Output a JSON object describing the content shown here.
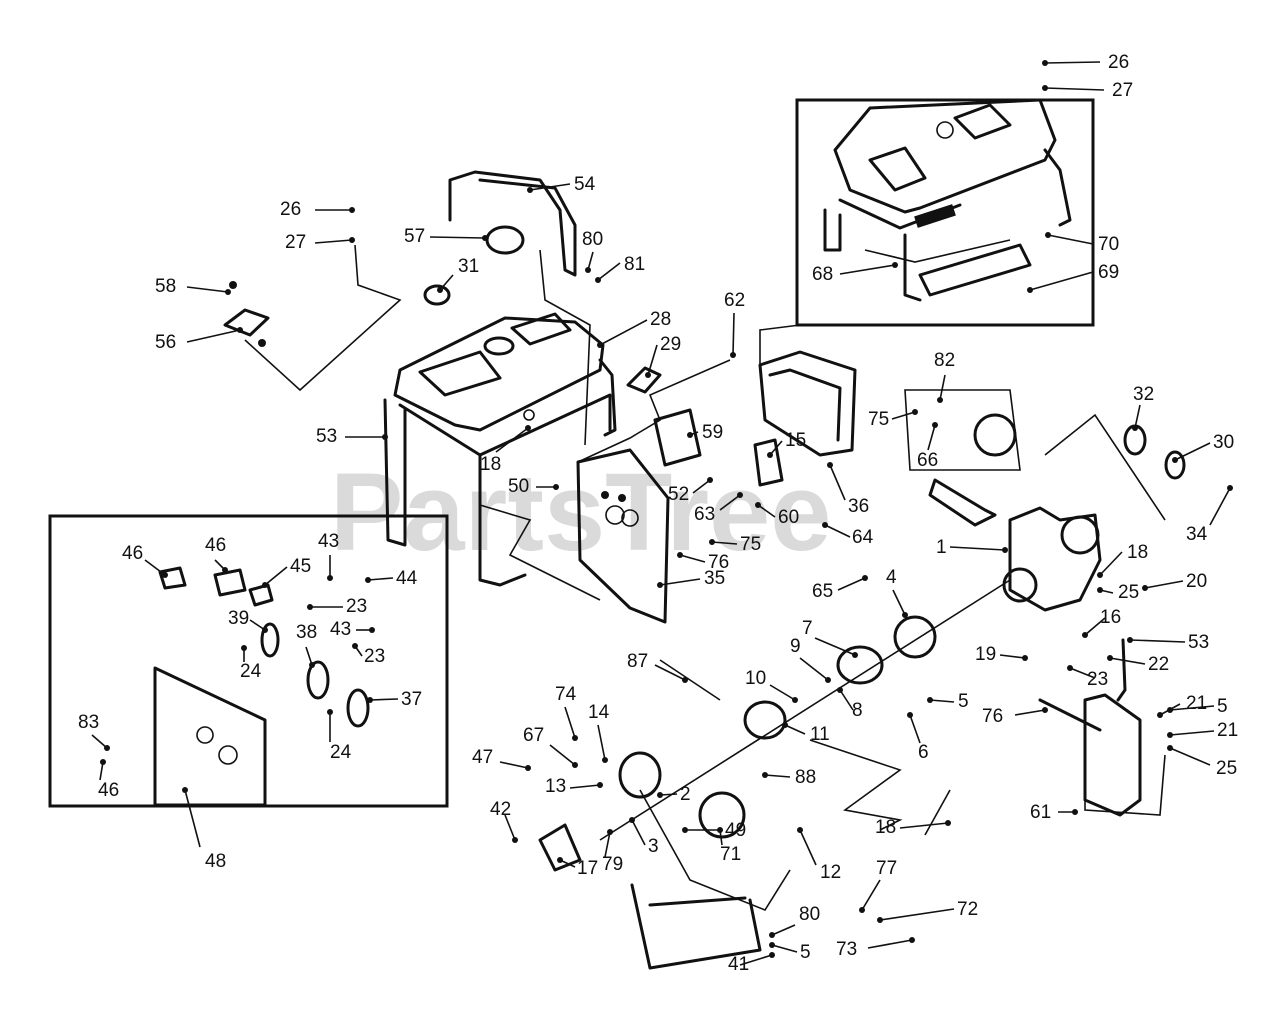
{
  "watermark": "PartsTree",
  "callouts": [
    {
      "id": "c26a",
      "text": "26"
    },
    {
      "id": "c27a",
      "text": "27"
    },
    {
      "id": "c70",
      "text": "70"
    },
    {
      "id": "c69",
      "text": "69"
    },
    {
      "id": "c68",
      "text": "68"
    },
    {
      "id": "c54",
      "text": "54"
    },
    {
      "id": "c26b",
      "text": "26"
    },
    {
      "id": "c27b",
      "text": "27"
    },
    {
      "id": "c57",
      "text": "57"
    },
    {
      "id": "c80a",
      "text": "80"
    },
    {
      "id": "c81",
      "text": "81"
    },
    {
      "id": "c31",
      "text": "31"
    },
    {
      "id": "c58",
      "text": "58"
    },
    {
      "id": "c56",
      "text": "56"
    },
    {
      "id": "c28",
      "text": "28"
    },
    {
      "id": "c29",
      "text": "29"
    },
    {
      "id": "c62",
      "text": "62"
    },
    {
      "id": "c53a",
      "text": "53"
    },
    {
      "id": "c18a",
      "text": "18"
    },
    {
      "id": "c59",
      "text": "59"
    },
    {
      "id": "c15",
      "text": "15"
    },
    {
      "id": "c50",
      "text": "50"
    },
    {
      "id": "c52",
      "text": "52"
    },
    {
      "id": "c63",
      "text": "63"
    },
    {
      "id": "c60",
      "text": "60"
    },
    {
      "id": "c36",
      "text": "36"
    },
    {
      "id": "c75a",
      "text": "75"
    },
    {
      "id": "c82",
      "text": "82"
    },
    {
      "id": "c66",
      "text": "66"
    },
    {
      "id": "c32",
      "text": "32"
    },
    {
      "id": "c30",
      "text": "30"
    },
    {
      "id": "c34",
      "text": "34"
    },
    {
      "id": "c64",
      "text": "64"
    },
    {
      "id": "c75b",
      "text": "75"
    },
    {
      "id": "c76a",
      "text": "76"
    },
    {
      "id": "c35",
      "text": "35"
    },
    {
      "id": "c65",
      "text": "65"
    },
    {
      "id": "c1",
      "text": "1"
    },
    {
      "id": "c18b",
      "text": "18"
    },
    {
      "id": "c20",
      "text": "20"
    },
    {
      "id": "c25a",
      "text": "25"
    },
    {
      "id": "c4",
      "text": "4"
    },
    {
      "id": "c16",
      "text": "16"
    },
    {
      "id": "c53b",
      "text": "53"
    },
    {
      "id": "c19",
      "text": "19"
    },
    {
      "id": "c22",
      "text": "22"
    },
    {
      "id": "c23c",
      "text": "23"
    },
    {
      "id": "c7",
      "text": "7"
    },
    {
      "id": "c9",
      "text": "9"
    },
    {
      "id": "c8",
      "text": "8"
    },
    {
      "id": "c87",
      "text": "87"
    },
    {
      "id": "c10",
      "text": "10"
    },
    {
      "id": "c5a",
      "text": "5"
    },
    {
      "id": "c6",
      "text": "6"
    },
    {
      "id": "c76b",
      "text": "76"
    },
    {
      "id": "c21a",
      "text": "21"
    },
    {
      "id": "c5b",
      "text": "5"
    },
    {
      "id": "c21b",
      "text": "21"
    },
    {
      "id": "c25b",
      "text": "25"
    },
    {
      "id": "c46a",
      "text": "46"
    },
    {
      "id": "c46b",
      "text": "46"
    },
    {
      "id": "c43a",
      "text": "43"
    },
    {
      "id": "c45",
      "text": "45"
    },
    {
      "id": "c44",
      "text": "44"
    },
    {
      "id": "c23a",
      "text": "23"
    },
    {
      "id": "c39",
      "text": "39"
    },
    {
      "id": "c38",
      "text": "38"
    },
    {
      "id": "c43b",
      "text": "43"
    },
    {
      "id": "c23b",
      "text": "23"
    },
    {
      "id": "c24a",
      "text": "24"
    },
    {
      "id": "c37",
      "text": "37"
    },
    {
      "id": "c24b",
      "text": "24"
    },
    {
      "id": "c83",
      "text": "83"
    },
    {
      "id": "c46c",
      "text": "46"
    },
    {
      "id": "c48",
      "text": "48"
    },
    {
      "id": "c74",
      "text": "74"
    },
    {
      "id": "c14",
      "text": "14"
    },
    {
      "id": "c67",
      "text": "67"
    },
    {
      "id": "c11",
      "text": "11"
    },
    {
      "id": "c47",
      "text": "47"
    },
    {
      "id": "c13",
      "text": "13"
    },
    {
      "id": "c2",
      "text": "2"
    },
    {
      "id": "c88",
      "text": "88"
    },
    {
      "id": "c71",
      "text": "71"
    },
    {
      "id": "c42",
      "text": "42"
    },
    {
      "id": "c3",
      "text": "3"
    },
    {
      "id": "c49",
      "text": "49"
    },
    {
      "id": "c17",
      "text": "17"
    },
    {
      "id": "c79",
      "text": "79"
    },
    {
      "id": "c12",
      "text": "12"
    },
    {
      "id": "c18c",
      "text": "18"
    },
    {
      "id": "c61",
      "text": "61"
    },
    {
      "id": "c77",
      "text": "77"
    },
    {
      "id": "c72",
      "text": "72"
    },
    {
      "id": "c80b",
      "text": "80"
    },
    {
      "id": "c5c",
      "text": "5"
    },
    {
      "id": "c41",
      "text": "41"
    },
    {
      "id": "c73",
      "text": "73"
    }
  ]
}
